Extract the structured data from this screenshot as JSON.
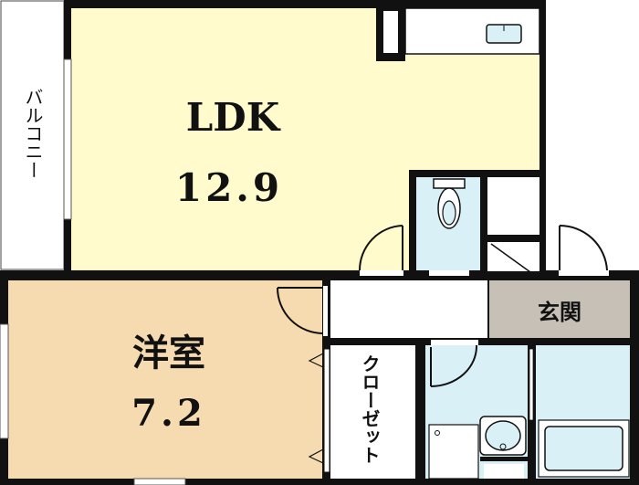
{
  "rooms": {
    "balcony": {
      "label": "バルコニー"
    },
    "ldk": {
      "label": "LDK",
      "size": "12.9"
    },
    "western": {
      "label": "洋室",
      "size": "7.2"
    },
    "closet": {
      "label": "クローゼット"
    },
    "entrance": {
      "label": "玄関"
    }
  },
  "colors": {
    "ldk": "#fffbcc",
    "western": "#f6dbb0",
    "water": "#daf0f7",
    "entrance": "#c7c0b6",
    "wall": "#111111"
  }
}
